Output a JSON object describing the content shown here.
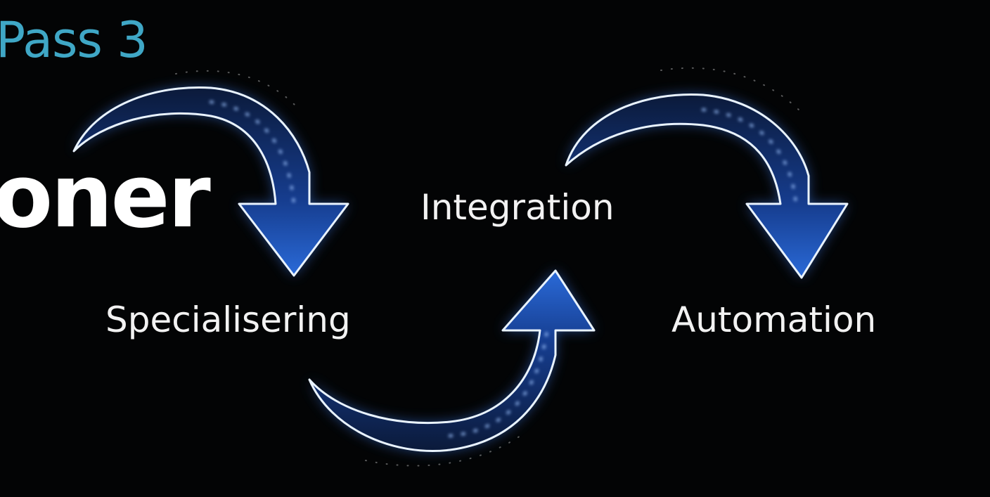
{
  "slide": {
    "pass_label": "Pass 3",
    "heading": "oner"
  },
  "stages": {
    "integration": "Integration",
    "specialisering": "Specialisering",
    "automation": "Automation"
  },
  "arrows": [
    "arrow-down-curved",
    "arrow-up-curved",
    "arrow-down-curved"
  ],
  "colors": {
    "background": "#030405",
    "pass_label": "#3fa7c6",
    "heading": "#ffffff",
    "stage_text": "#f2f2f2",
    "arrow_outline": "#e9f3ff",
    "arrow_glow": "#3a78e6",
    "arrow_core": "#0a1d4a"
  }
}
